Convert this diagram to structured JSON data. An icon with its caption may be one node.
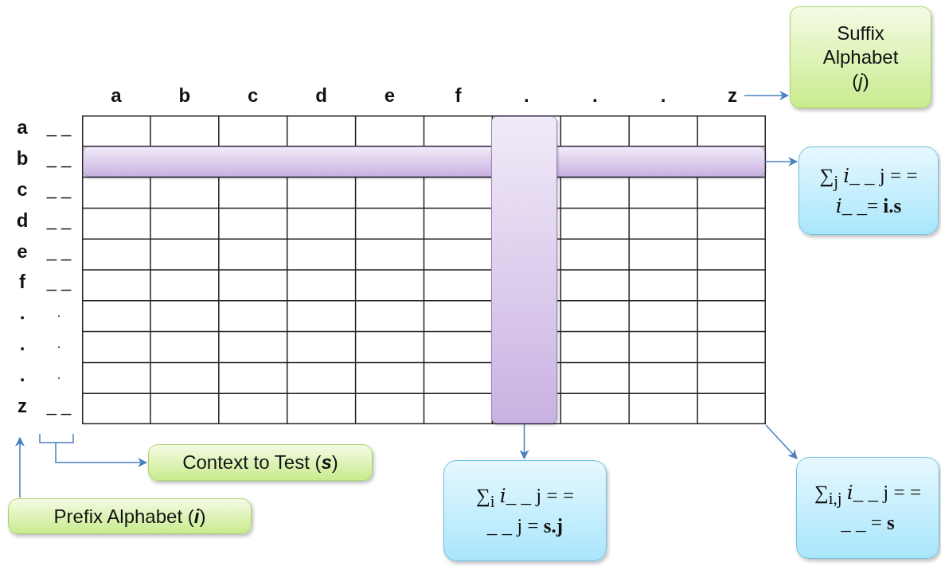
{
  "diagram": {
    "nodes": [
      {
        "text": [
          "Suffix Alphabet (*j*)"
        ]
      },
      {
        "text": [
          "z"
        ]
      },
      {
        "text": [],
        "shape": "bar",
        "in": 5
      },
      {
        "text": [],
        "shape": "bar",
        "in": 5
      },
      {
        "text": [
          "∑$_{j}$ 𝑖_ _ j = = 𝑖_ _= **i.s**"
        ]
      },
      {
        "text": [],
        "shape": "box"
      },
      {
        "text": [
          "Context to Test (**s**)"
        ]
      },
      {
        "text": [
          "∑$_{i}$ 𝑖_ _ j = = _ _ j = **s.j**"
        ]
      },
      {
        "text": [
          "∑$_{i,j}$ 𝑖_ _ j = = _ _ = **s**"
        ]
      },
      {
        "text": [
          "Prefix Alphabet (**i**)"
        ]
      }
    ],
    "edges": [
      {
        "from": 1,
        "to": 0,
        "arrow": "to"
      },
      {
        "from": 2,
        "to": 4,
        "arrow": "to"
      },
      {
        "from": 3,
        "to": 7,
        "arrow": "to"
      },
      {
        "from": 5,
        "to": 8,
        "arrow": "to"
      },
      {
        "from": null,
        "to": 6,
        "arrow": "to"
      },
      {
        "from": 9,
        "to": null,
        "arrow": "to"
      }
    ],
    "labels": [
      "a",
      "b",
      "c",
      "d",
      "e",
      "f",
      ".",
      ".",
      ".",
      "a",
      "_ _",
      "b",
      "_ _",
      "c",
      "_ _",
      "d",
      "_ _",
      "e",
      "_ _",
      "f",
      "_ _",
      ".",
      ".",
      ".",
      ".",
      ".",
      ".",
      "z",
      "_ _"
    ]
  }
}
